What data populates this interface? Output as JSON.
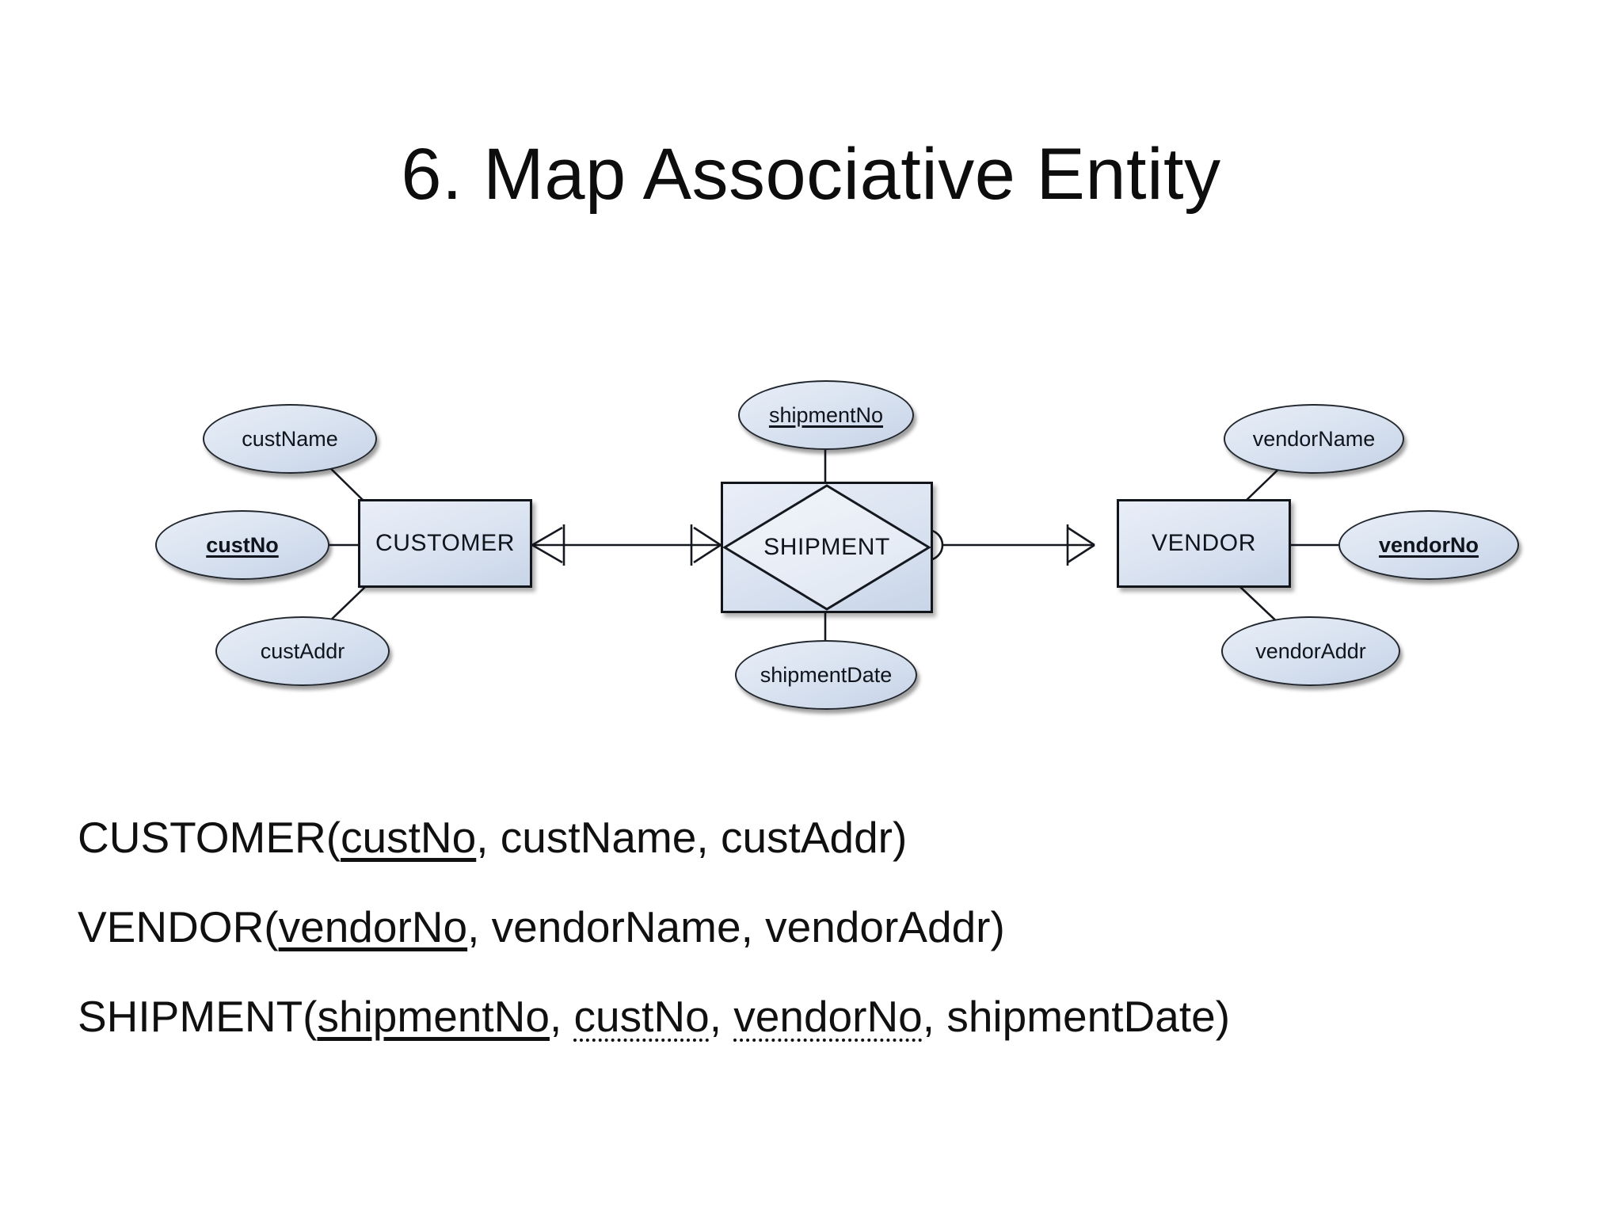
{
  "slide": {
    "title": "6. Map Associative Entity"
  },
  "diagram": {
    "type": "entity-relationship-diagram",
    "notation": "crows-foot",
    "entities": [
      {
        "id": "customer",
        "name": "CUSTOMER",
        "shape": "rectangle"
      },
      {
        "id": "vendor",
        "name": "VENDOR",
        "shape": "rectangle"
      },
      {
        "id": "shipment",
        "name": "SHIPMENT",
        "shape": "associative-entity"
      }
    ],
    "attributes": [
      {
        "id": "custName",
        "label": "custName",
        "owner": "customer",
        "key": false,
        "underlined": false,
        "bold": false
      },
      {
        "id": "custNo",
        "label": "custNo",
        "owner": "customer",
        "key": true,
        "underlined": true,
        "bold": true
      },
      {
        "id": "custAddr",
        "label": "custAddr",
        "owner": "customer",
        "key": false,
        "underlined": false,
        "bold": false
      },
      {
        "id": "shipmentNo",
        "label": "shipmentNo",
        "owner": "shipment",
        "key": true,
        "underlined": true,
        "bold": false
      },
      {
        "id": "shipmentDate",
        "label": "shipmentDate",
        "owner": "shipment",
        "key": false,
        "underlined": false,
        "bold": false
      },
      {
        "id": "vendorName",
        "label": "vendorName",
        "owner": "vendor",
        "key": false,
        "underlined": false,
        "bold": false
      },
      {
        "id": "vendorNo",
        "label": "vendorNo",
        "owner": "vendor",
        "key": true,
        "underlined": true,
        "bold": true
      },
      {
        "id": "vendorAddr",
        "label": "vendorAddr",
        "owner": "vendor",
        "key": false,
        "underlined": false,
        "bold": false
      }
    ],
    "relationships": [
      {
        "id": "customer-shipment",
        "from": "customer",
        "to": "shipment",
        "from_cardinality": "many-mandatory",
        "to_cardinality": "one-mandatory"
      },
      {
        "id": "shipment-vendor",
        "from": "shipment",
        "to": "vendor",
        "from_cardinality": "many-optional",
        "to_cardinality": "one-mandatory"
      }
    ],
    "colors": {
      "shape_fill_light": "#e9eef8",
      "shape_fill_dark": "#c6d3e7",
      "stroke": "#121519"
    }
  },
  "schema": {
    "lines": [
      {
        "id": "customer-relation",
        "relation": "CUSTOMER",
        "open": "(",
        "close": ")",
        "attributes": [
          {
            "name": "custNo",
            "key": "pk"
          },
          {
            "name": "custName",
            "key": "none"
          },
          {
            "name": "custAddr",
            "key": "none"
          }
        ]
      },
      {
        "id": "vendor-relation",
        "relation": "VENDOR",
        "open": "(",
        "close": ")",
        "attributes": [
          {
            "name": "vendorNo",
            "key": "pk"
          },
          {
            "name": "vendorName",
            "key": "none"
          },
          {
            "name": "vendorAddr",
            "key": "none"
          }
        ]
      },
      {
        "id": "shipment-relation",
        "relation": "SHIPMENT",
        "open": "(",
        "close": ")",
        "attributes": [
          {
            "name": "shipmentNo",
            "key": "pk"
          },
          {
            "name": "custNo",
            "key": "fk"
          },
          {
            "name": "vendorNo",
            "key": "fk"
          },
          {
            "name": "shipmentDate",
            "key": "none"
          }
        ]
      }
    ],
    "separator": ", "
  }
}
